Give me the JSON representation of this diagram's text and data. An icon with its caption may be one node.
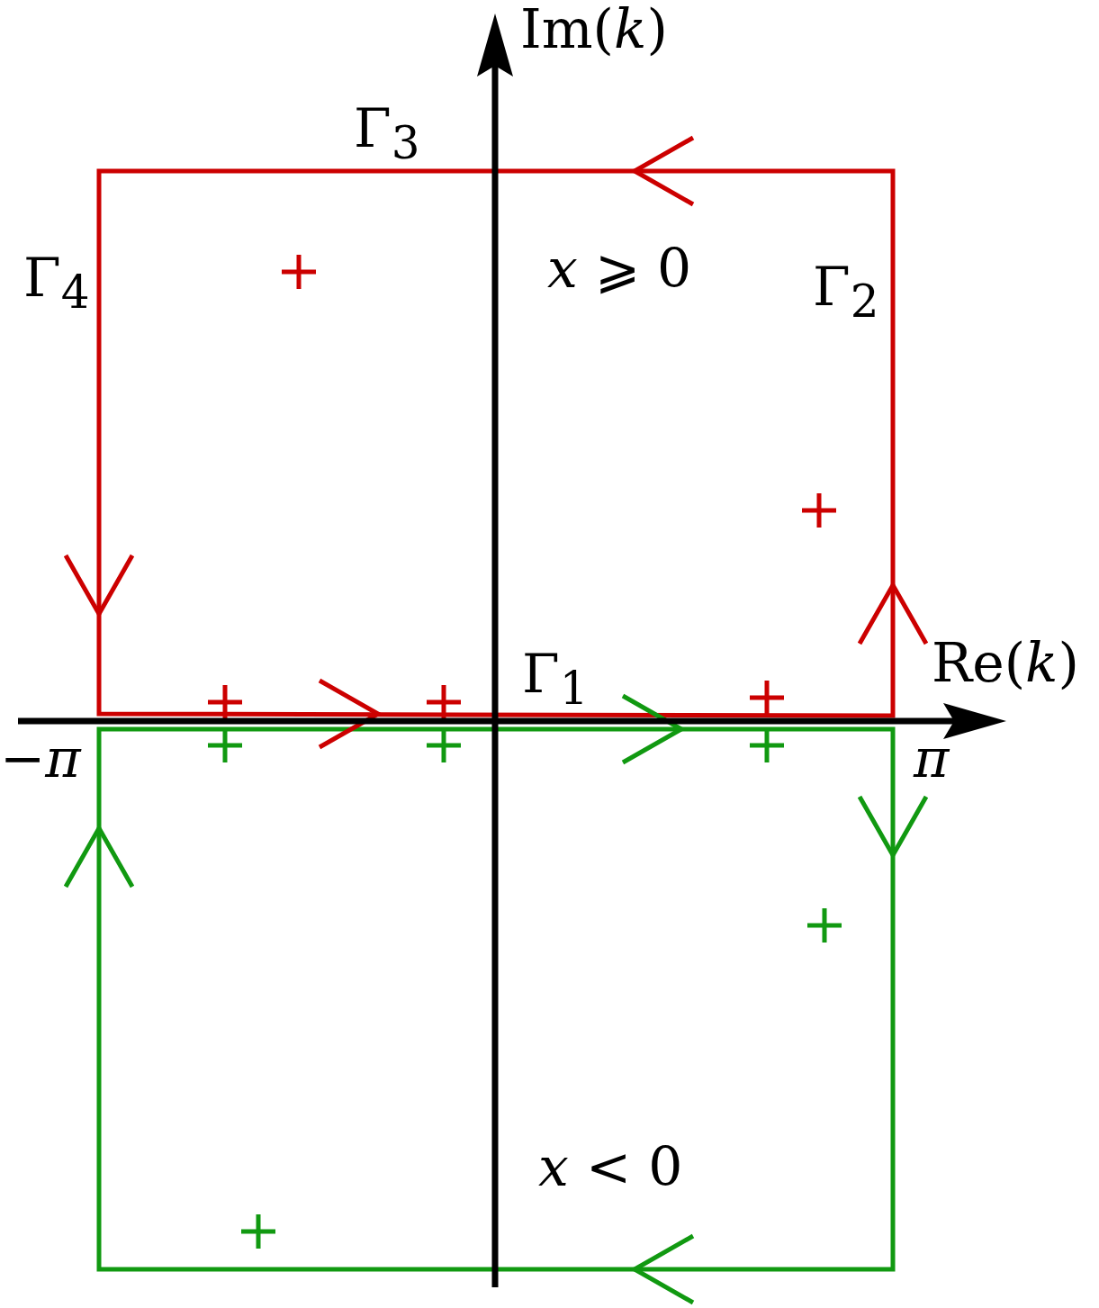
{
  "diagram": {
    "labels": [
      "Im(*k*)",
      "Γ$_{3}$",
      "Γ$_{4}$",
      "*x* ⩾ 0",
      "Γ$_{2}$",
      "Γ$_{1}$",
      "Re(*k*)",
      "−*π*",
      "*π*",
      "*x* < 0"
    ]
  }
}
